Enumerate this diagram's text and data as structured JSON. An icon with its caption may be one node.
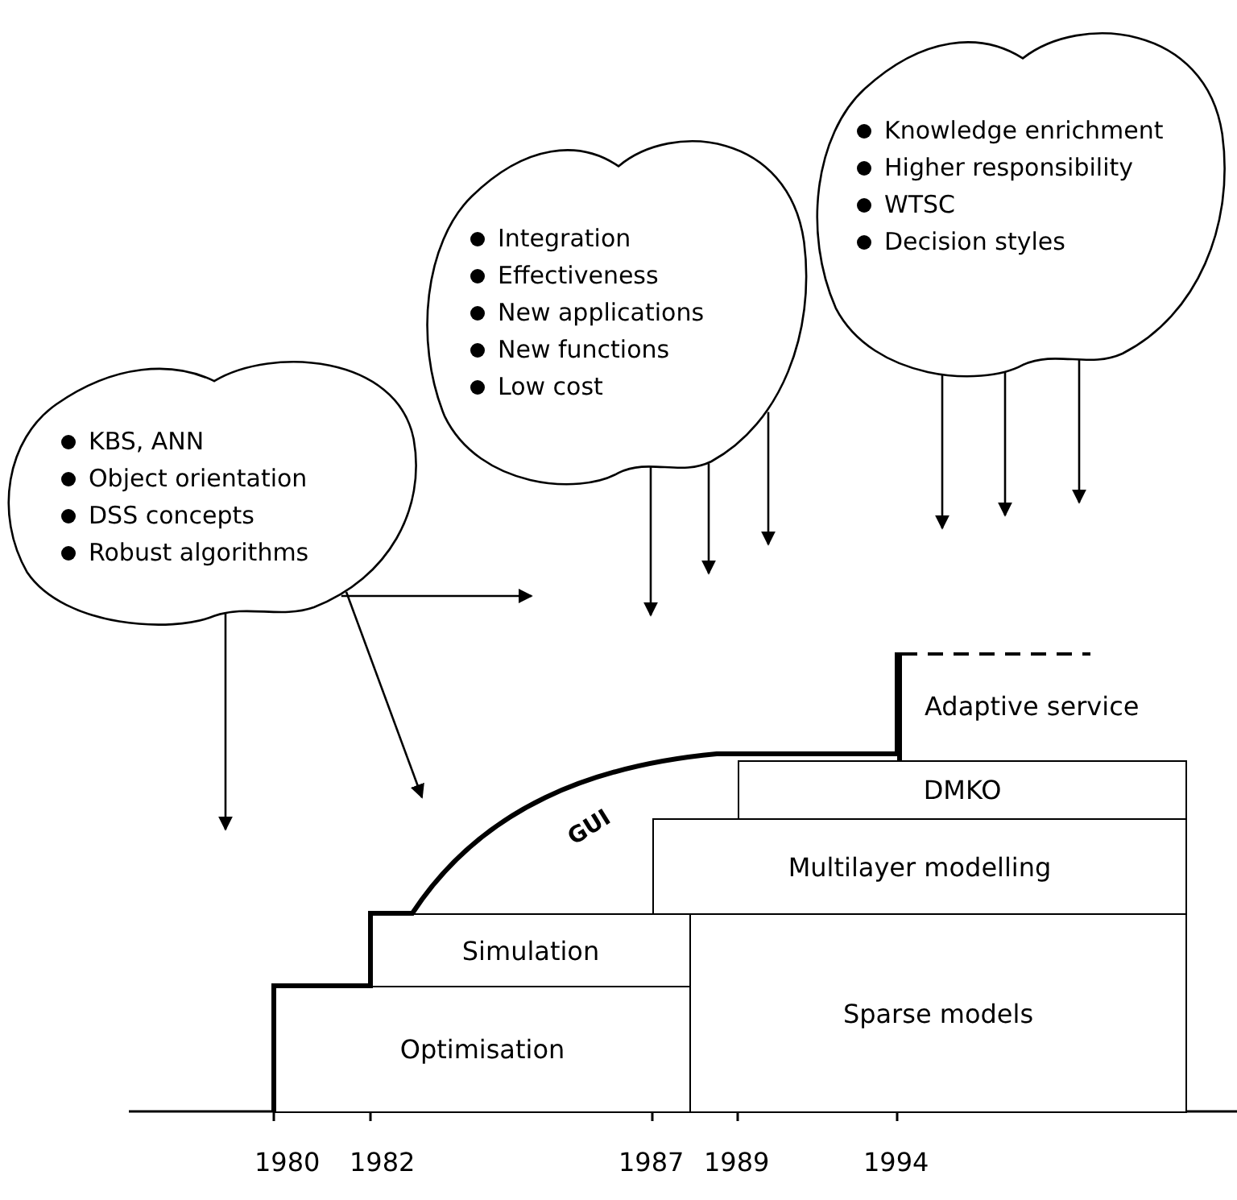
{
  "diagram": {
    "nodes": [
      {
        "text": [
          "KBS, ANN",
          "Object orientation",
          "DSS concepts",
          "Robust algorithms"
        ]
      },
      {
        "text": [
          "Integration",
          "Effectiveness",
          "New applications",
          "New functions",
          "Low cost"
        ]
      },
      {
        "text": [
          "Knowledge enrichment",
          "Higher responsibility",
          "WTSC",
          "Decision styles"
        ]
      },
      {
        "text": [
          "Adaptive service"
        ]
      },
      {
        "text": [
          "DMKO"
        ]
      },
      {
        "text": [
          "Multilayer modelling"
        ]
      },
      {
        "text": [
          "Simulation"
        ]
      },
      {
        "text": [
          "Sparse models"
        ]
      },
      {
        "text": [
          "Optimisation"
        ]
      }
    ],
    "edges": [
      {
        "from": 0,
        "to": null,
        "arrow": "to"
      },
      {
        "from": 0,
        "to": null,
        "arrow": "to"
      },
      {
        "from": 0,
        "to": null,
        "arrow": "to"
      },
      {
        "from": 1,
        "to": null,
        "arrow": "to"
      },
      {
        "from": 1,
        "to": null,
        "arrow": "to"
      },
      {
        "from": 1,
        "to": null,
        "arrow": "to"
      },
      {
        "from": 2,
        "to": null,
        "arrow": "to"
      },
      {
        "from": 2,
        "to": null,
        "arrow": "to"
      },
      {
        "from": 2,
        "to": null,
        "arrow": "to"
      }
    ],
    "labels": [
      "GUI",
      "1980",
      "1982",
      "1987",
      "1989",
      "1994"
    ]
  }
}
